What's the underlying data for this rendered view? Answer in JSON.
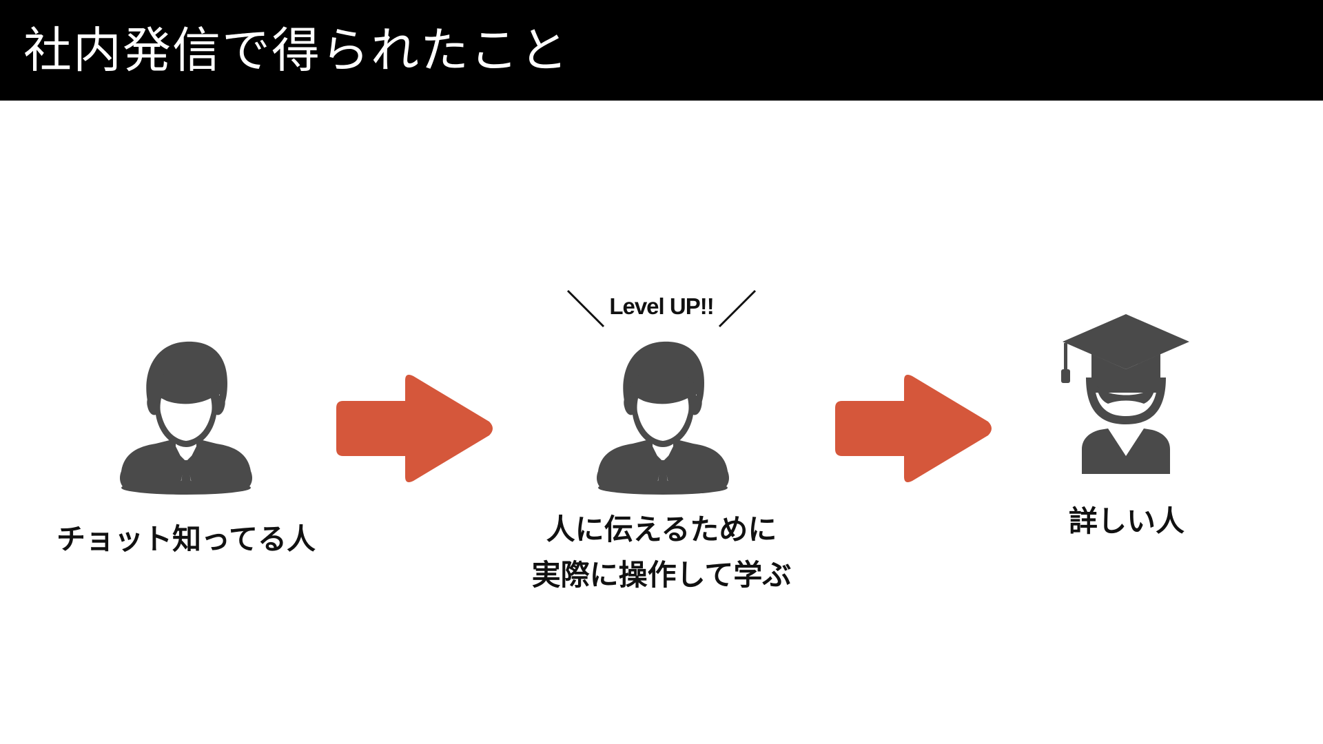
{
  "slide": {
    "title": "社内発信で得られたこと"
  },
  "stages": [
    {
      "label_lines": [
        "チョット知ってる人"
      ],
      "icon": "businessman-icon"
    },
    {
      "label_lines": [
        "人に伝えるために",
        "実際に操作して学ぶ"
      ],
      "icon": "businessman-icon",
      "badge": "Level UP!!"
    },
    {
      "label_lines": [
        "詳しい人"
      ],
      "icon": "graduate-icon"
    }
  ],
  "colors": {
    "header_bg": "#000000",
    "title_text": "#ffffff",
    "arrow": "#d5573b",
    "icon": "#4a4a4a",
    "caption_text": "#111111"
  }
}
